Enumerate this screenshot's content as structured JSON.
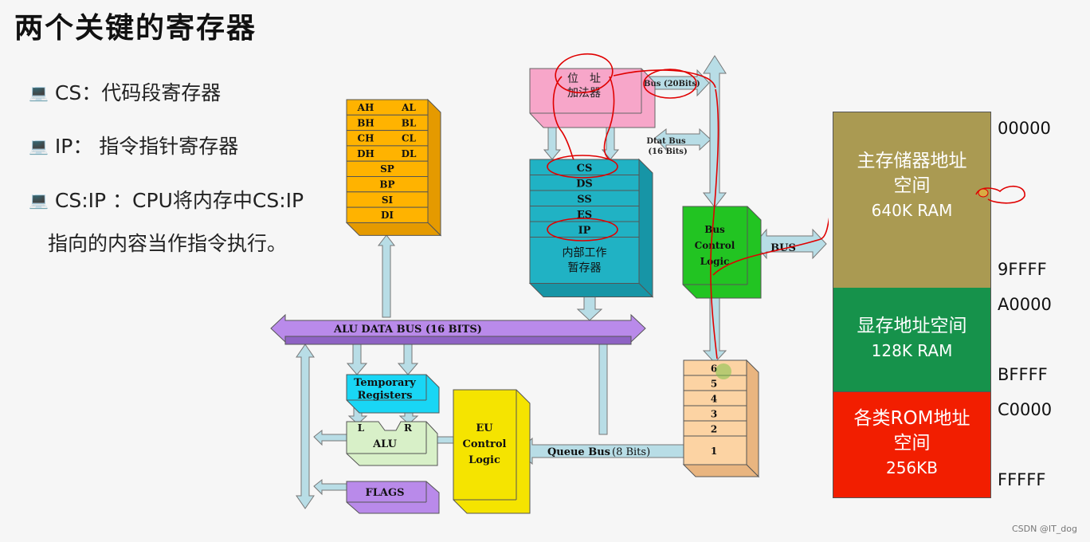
{
  "title": "两个关键的寄存器",
  "bullets": [
    {
      "text": "CS：代码段寄存器"
    },
    {
      "text": "IP： 指令指针寄存器"
    },
    {
      "text": "CS:IP ：CPU将内存中CS:IP",
      "cont": "指向的内容当作指令执行。"
    }
  ],
  "bullet_icon": "computer-icon",
  "gp_registers": [
    [
      "AH",
      "AL"
    ],
    [
      "BH",
      "BL"
    ],
    [
      "CH",
      "CL"
    ],
    [
      "DH",
      "DL"
    ]
  ],
  "pointer_registers": [
    "SP",
    "BP",
    "SI",
    "DI"
  ],
  "address_adder": {
    "line1": "位　址",
    "line2": "加法器"
  },
  "addr_bus_label": "Bus (20Bits)",
  "data_bus_label": {
    "line1": "Dtat Bus",
    "line2": "(16 Bits)"
  },
  "segment_registers": [
    "CS",
    "DS",
    "SS",
    "ES",
    "IP"
  ],
  "internal_temp": {
    "line1": "内部工作",
    "line2": "暂存器"
  },
  "bus_control": {
    "line1": "Bus",
    "line2": "Control",
    "line3": "Logic"
  },
  "bus_label": "BUS",
  "alu_data_bus": "ALU DATA BUS (16 BITS)",
  "temp_registers": {
    "line1": "Temporary",
    "line2": "Registers"
  },
  "alu": {
    "l": "L",
    "r": "R",
    "label": "ALU"
  },
  "flags": "FLAGS",
  "eu_control": {
    "line1": "EU",
    "line2": "Control",
    "line3": "Logic"
  },
  "queue_bus": {
    "bold": "Queue  Bus",
    "normal": "(8 Bits)"
  },
  "queue": [
    "6",
    "5",
    "4",
    "3",
    "2",
    "1"
  ],
  "memory": [
    {
      "lines": [
        "主存储器地址",
        "空间",
        "640K RAM"
      ],
      "color": "#aa9a52",
      "start": "00000",
      "end": "9FFFF"
    },
    {
      "lines": [
        "显存地址空间",
        "128K RAM"
      ],
      "color": "#16924b",
      "start": "A0000",
      "end": "BFFFF"
    },
    {
      "lines": [
        "各类ROM地址",
        "空间",
        "256KB"
      ],
      "color": "#f21e00",
      "start": "C0000",
      "end": "FFFFF"
    }
  ],
  "credit": "CSDN @IT_dog",
  "colors": {
    "orange": "#ffb300",
    "teal": "#20b2c4",
    "pink": "#f7a6c9",
    "green": "#22c422",
    "purple": "#b98aea",
    "cyan": "#19d6f5",
    "yellow": "#f5e400",
    "peach": "#fcd3a3",
    "arrow": "#b8dde6",
    "annotation": "#e00000"
  }
}
